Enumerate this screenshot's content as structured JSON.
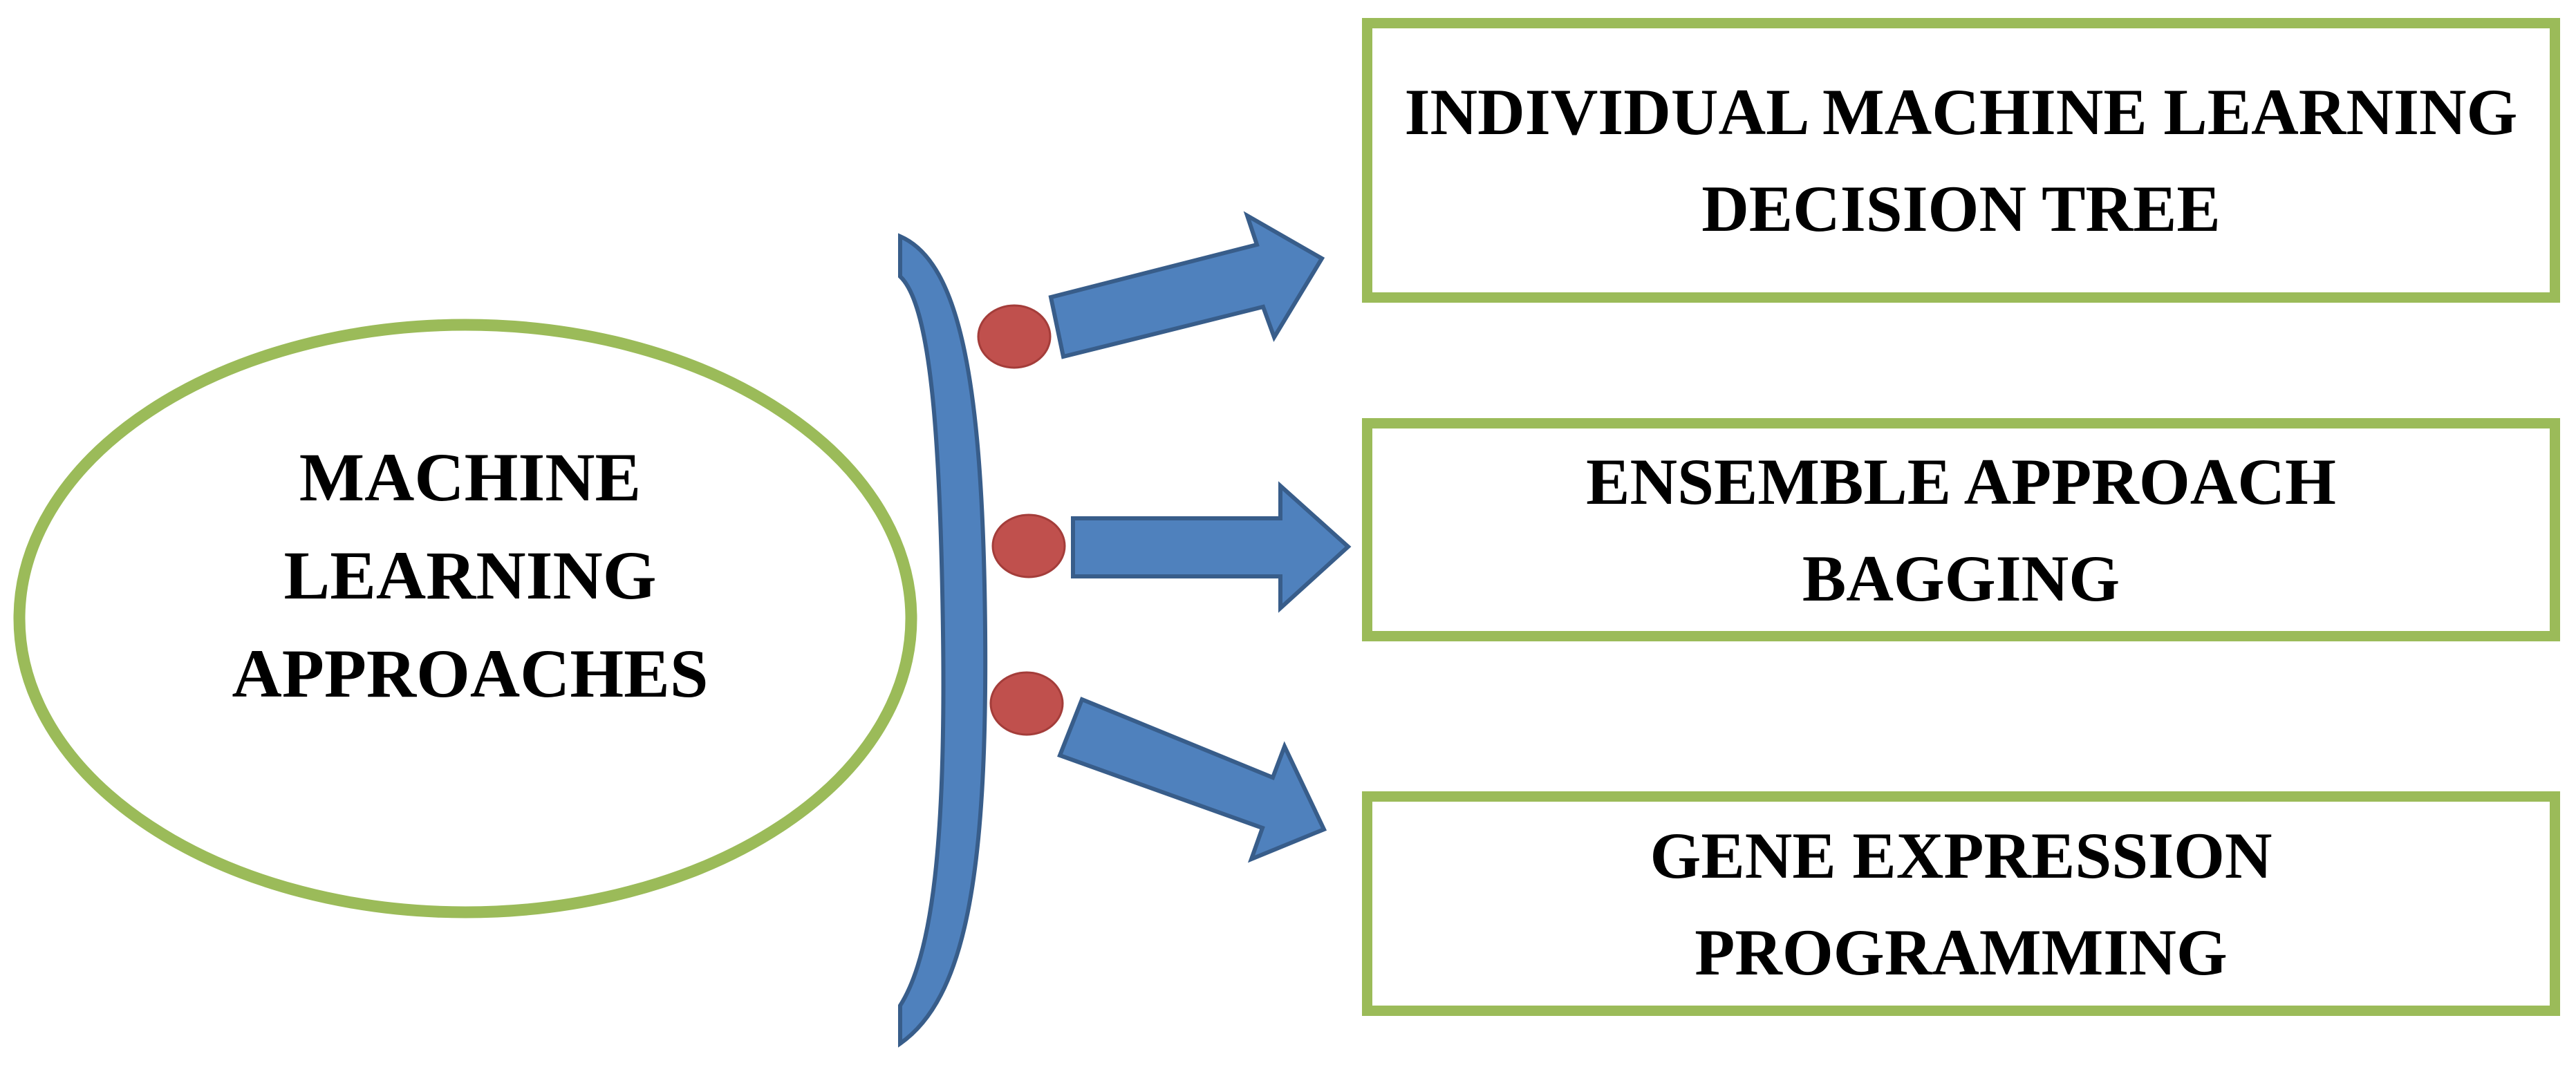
{
  "colors": {
    "outline_green": "#9bbb59",
    "shape_blue": "#4f81bd",
    "shape_blue_edge": "#385d8a",
    "dot_red": "#c0504d",
    "dot_red_edge": "#a43d3a"
  },
  "center": {
    "lines": [
      "MACHINE",
      "LEARNING",
      "APPROACHES"
    ]
  },
  "boxes": [
    {
      "lines": [
        "INDIVIDUAL MACHINE LEARNING",
        "DECISION TREE"
      ]
    },
    {
      "lines": [
        "ENSEMBLE APPROACH",
        "BAGGING"
      ]
    },
    {
      "lines": [
        "GENE EXPRESSION",
        "PROGRAMMING"
      ]
    }
  ]
}
